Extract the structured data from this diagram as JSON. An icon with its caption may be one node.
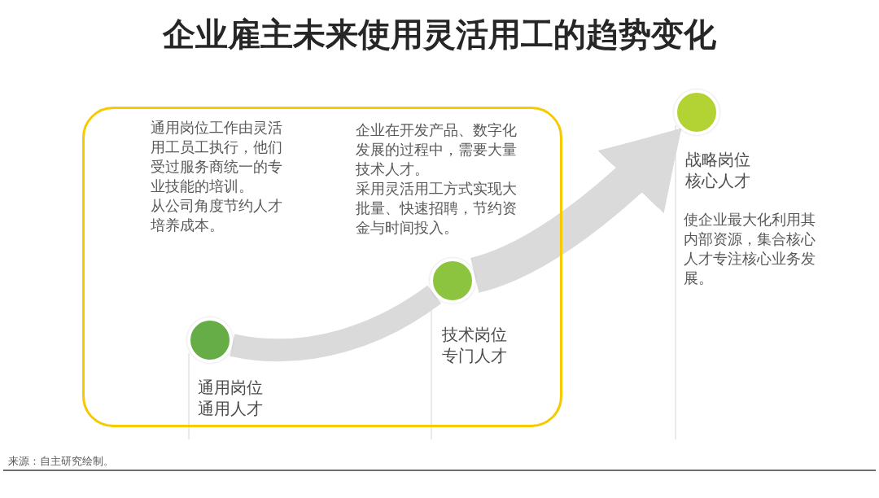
{
  "diagram": {
    "title": "企业雇主未来使用灵活用工的趋势变化",
    "nodes": [
      {
        "text": [],
        "shape": "box"
      },
      {
        "text": [],
        "shape": "circle",
        "in": 0,
        "beside": [
          "通用岗位通用人才",
          "通用岗位工作由灵活用工员工执行，他们受过服务商统一的专业技能的培训。",
          "从公司角度节约人才培养成本。"
        ]
      },
      {
        "text": [],
        "shape": "circle",
        "in": 0,
        "beside": [
          "技术岗位专门人才",
          "企业在开发产品、数字化发展的过程中，需要大量技术人才。",
          "采用灵活用工方式实现大批量、快速招聘，节约资金与时间投入。"
        ]
      },
      {
        "text": [],
        "shape": "circle",
        "beside": [
          "战略岗位核心人才",
          "使企业最大化利用其内部资源，集合核心人才专注核心业务发展。"
        ]
      }
    ],
    "edges": [
      {
        "from": 1,
        "to": 2,
        "arrow": "none"
      },
      {
        "from": 2,
        "to": 3,
        "arrow": "to"
      }
    ],
    "labels": [
      "来源：自主研究绘制。"
    ]
  }
}
